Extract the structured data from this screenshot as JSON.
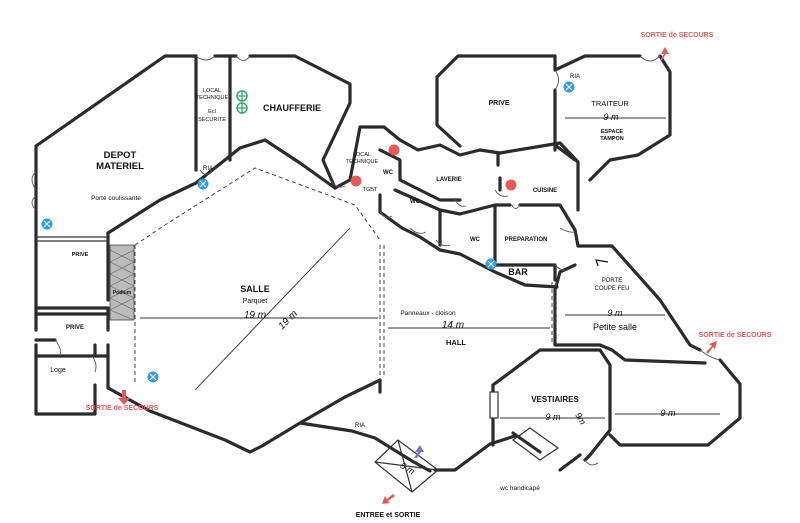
{
  "labels": {
    "depot": [
      "DEPOT",
      "MATERIEL"
    ],
    "local_tech_top": [
      "LOCAL",
      "TECHNIQUE"
    ],
    "ecl": [
      "Ecl",
      "SECURITE"
    ],
    "chaufferie": "CHAUFFERIE",
    "local_tech_mid": [
      "LOCAL",
      "TECHNIQUE"
    ],
    "tgbt": "TGBT",
    "laverie": "LAVERIE",
    "wc_a": "WC",
    "wc_b": "WC",
    "wc_c": "WC",
    "cuisine": "CUISINE",
    "preparation": "PREPARATION",
    "bar": "BAR",
    "prive_top": "PRIVE",
    "traiteur": "TRAITEUR",
    "espace_tampon": [
      "ESPACE",
      "TAMPON"
    ],
    "ria_top_right": "RIA",
    "ria_left": "RIA",
    "ria_bottom": "RIA",
    "porte_coulissante": "Porte coulissante",
    "prive_mid": "PRIVE",
    "prive_low": "PRIVE",
    "podium": "Podium",
    "loge": "Loge",
    "salle": [
      "SALLE",
      "Parquet"
    ],
    "panneaux": "Panneaux - cloison",
    "hall": "HALL",
    "porte_coupe_feu": [
      "PORTE",
      "COUPE FEU"
    ],
    "petite_salle": "Petite salle",
    "vestiaires": "VESTIAIRES",
    "wc_handicape": "wc handicapé",
    "sortie_top": "SORTIE de SECOURS",
    "sortie_right": "SORTIE de SECOURS",
    "sortie_left": "SORTIE de SECOURS",
    "entree": "ENTREE et SORTIE"
  },
  "dimensions": {
    "traiteur": "9 m",
    "salle_h": "19 m",
    "salle_diag": "19 m",
    "hall": "14 m",
    "petite_salle": "9 m",
    "vestiaires_h": "9 m",
    "vestiaires_diag": "9m",
    "right_room": "9 m",
    "entrance": "5 m"
  },
  "colors": {
    "wall": "#2b2b2b",
    "exit_text": "#e05a5a",
    "ria_marker": "#2f9be0",
    "red_marker": "#e85a5a",
    "green_marker": "#3aa76d",
    "entrance_arrow": "#7a75c8"
  },
  "icons": {
    "ria": "ria-marker-icon",
    "fire": "red-dot-icon",
    "green": "green-valve-icon",
    "exit_arrow": "exit-arrow-icon"
  }
}
